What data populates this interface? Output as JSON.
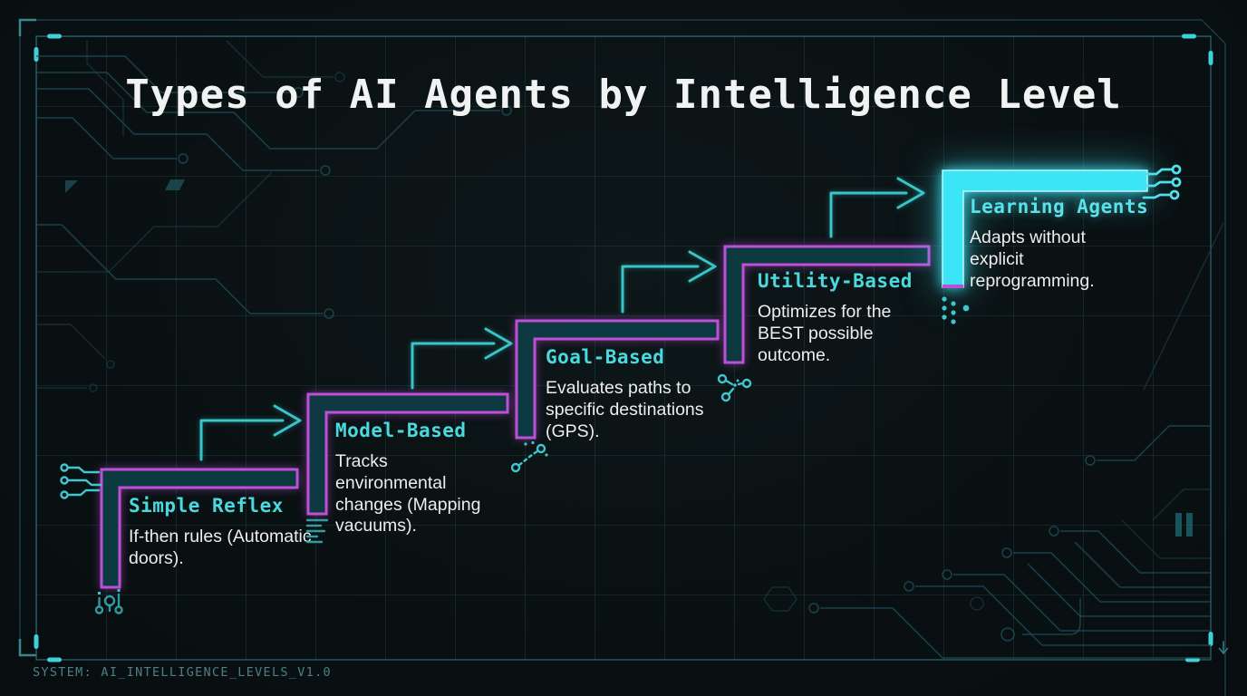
{
  "title": "Types of AI Agents by Intelligence Level",
  "footer": {
    "system_label": "SYSTEM: AI_INTELLIGENCE_LEVELS_V1.0"
  },
  "steps": [
    {
      "name": "Simple Reflex",
      "description": "If-then rules (Automatic doors).",
      "style": "outline"
    },
    {
      "name": "Model-Based",
      "description": "Tracks environmental changes (Mapping vacuums).",
      "style": "outline"
    },
    {
      "name": "Goal-Based",
      "description": "Evaluates paths to specific destinations (GPS).",
      "style": "outline"
    },
    {
      "name": "Utility-Based",
      "description": "Optimizes for the BEST possible outcome.",
      "style": "outline"
    },
    {
      "name": "Learning Agents",
      "description": "Adapts without explicit reprogramming.",
      "style": "highlight"
    }
  ],
  "icons": {
    "circuit_pins_left_icon": "three circuit traces with node circles at left",
    "pin_connector_icon": "small component pins with terminal circles",
    "signal_lines_icon": "stack of short horizontal signal lines",
    "route_dots_icon": "dotted route between two nodes",
    "node_branches_icon": "node cluster with three circular terminals",
    "dot_grid_icon": "grid of indicator dots",
    "circuit_pins_right_icon": "three circuit traces with node circles at right",
    "pause_icon": "❚❚",
    "down_arrow_icon": "↓"
  },
  "colors": {
    "background": "#0a1113",
    "frame": "#2c6e76",
    "grid_line": "#5aafb9",
    "step_outline_magenta": "#bd50d8",
    "step_fill_teal": "#0d3940",
    "highlight_cyan": "#3ce5f5",
    "arrow_cyan": "#38c4c9",
    "heading_cyan": "#49d9de",
    "body_text": "#ededed",
    "title_text": "#f1f3f3",
    "footer_text": "#4e7e85"
  }
}
